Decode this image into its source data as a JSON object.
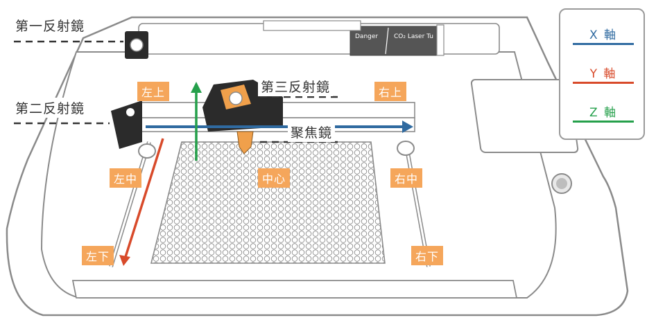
{
  "callouts": {
    "mirror1": "第一反射鏡",
    "mirror2": "第二反射鏡",
    "mirror3": "第三反射鏡",
    "focus_lens": "聚焦鏡"
  },
  "positions": {
    "top_left": "左上",
    "top_right": "右上",
    "mid_left": "左中",
    "center": "中心",
    "mid_right": "右中",
    "bottom_left": "左下",
    "bottom_right": "右下"
  },
  "tube_label": {
    "danger": "Danger",
    "co2": "CO₂ Laser Tu"
  },
  "legend": {
    "x": {
      "label": "X 軸",
      "color": "#2f6aa0"
    },
    "y": {
      "label": "Y 軸",
      "color": "#d84a2a"
    },
    "z": {
      "label": "Z 軸",
      "color": "#25a04b"
    }
  },
  "colors": {
    "outline": "#8a8a8a",
    "head": "#2b2b2b",
    "nozzle": "#f0a04b",
    "badge": "#f5a65b"
  }
}
